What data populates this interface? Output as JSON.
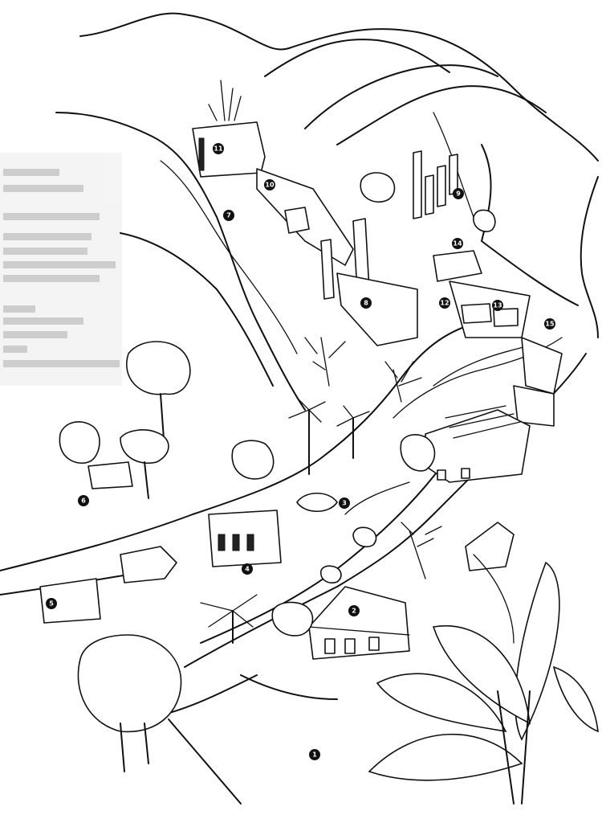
{
  "map": {
    "style": "pen-and-ink illustrated site map of a valley with ruins, buildings and tropical vegetation",
    "markers": [
      {
        "id": "m1",
        "label": "1"
      },
      {
        "id": "m2",
        "label": "2"
      },
      {
        "id": "m3",
        "label": "3"
      },
      {
        "id": "m4",
        "label": "4"
      },
      {
        "id": "m5",
        "label": "5"
      },
      {
        "id": "m6",
        "label": "6"
      },
      {
        "id": "m7",
        "label": "7"
      },
      {
        "id": "m8",
        "label": "8"
      },
      {
        "id": "m9",
        "label": "9"
      },
      {
        "id": "m10",
        "label": "10"
      },
      {
        "id": "m11",
        "label": "11"
      },
      {
        "id": "m12",
        "label": "12"
      },
      {
        "id": "m13",
        "label": "13"
      },
      {
        "id": "m14",
        "label": "14"
      },
      {
        "id": "m15",
        "label": "15"
      }
    ],
    "colors": {
      "ink": "#111111",
      "paper": "#ffffff",
      "faded_legend": "#c9c9c9"
    }
  }
}
